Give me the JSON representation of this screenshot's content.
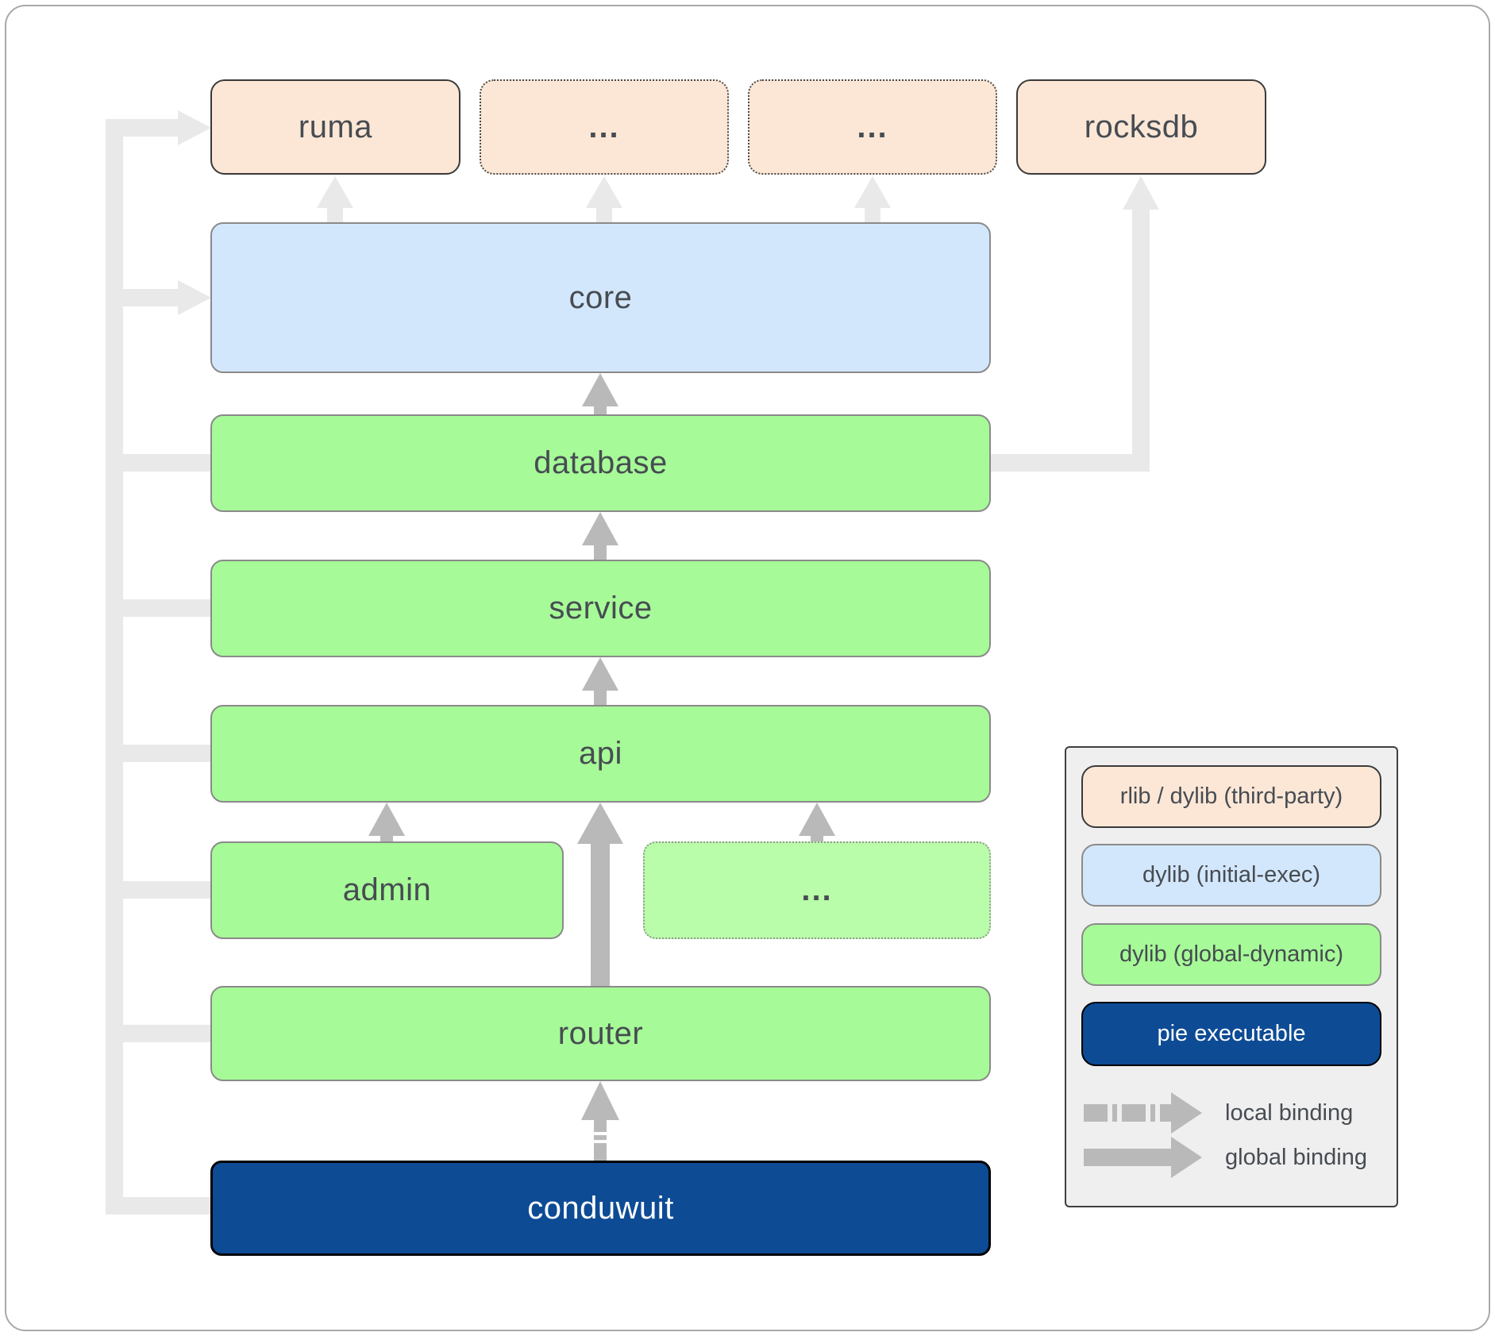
{
  "nodes": {
    "ruma": {
      "label": "ruma",
      "type": "third-party"
    },
    "thirdparty_more_1": {
      "label": "...",
      "type": "third-party"
    },
    "thirdparty_more_2": {
      "label": "...",
      "type": "third-party"
    },
    "rocksdb": {
      "label": "rocksdb",
      "type": "third-party"
    },
    "core": {
      "label": "core",
      "type": "dylib-initial-exec"
    },
    "database": {
      "label": "database",
      "type": "dylib-global-dynamic"
    },
    "service": {
      "label": "service",
      "type": "dylib-global-dynamic"
    },
    "api": {
      "label": "api",
      "type": "dylib-global-dynamic"
    },
    "admin": {
      "label": "admin",
      "type": "dylib-global-dynamic"
    },
    "modules_more": {
      "label": "...",
      "type": "dylib-global-dynamic"
    },
    "router": {
      "label": "router",
      "type": "dylib-global-dynamic"
    },
    "conduwuit": {
      "label": "conduwuit",
      "type": "pie-executable"
    }
  },
  "edges": [
    {
      "from": "conduwuit",
      "to": "ruma",
      "binding": "global"
    },
    {
      "from": "conduwuit",
      "to": "core",
      "binding": "global"
    },
    {
      "from": "conduwuit",
      "to": "database",
      "binding": "global"
    },
    {
      "from": "conduwuit",
      "to": "service",
      "binding": "global"
    },
    {
      "from": "conduwuit",
      "to": "api",
      "binding": "global"
    },
    {
      "from": "conduwuit",
      "to": "admin",
      "binding": "global"
    },
    {
      "from": "conduwuit",
      "to": "router",
      "binding": "global"
    },
    {
      "from": "conduwuit",
      "to": "router",
      "binding": "local"
    },
    {
      "from": "router",
      "to": "api",
      "binding": "global"
    },
    {
      "from": "admin",
      "to": "api",
      "binding": "global"
    },
    {
      "from": "modules_more",
      "to": "api",
      "binding": "global"
    },
    {
      "from": "api",
      "to": "service",
      "binding": "global"
    },
    {
      "from": "service",
      "to": "database",
      "binding": "global"
    },
    {
      "from": "database",
      "to": "core",
      "binding": "global"
    },
    {
      "from": "database",
      "to": "rocksdb",
      "binding": "global"
    },
    {
      "from": "core",
      "to": "ruma",
      "binding": "global"
    },
    {
      "from": "core",
      "to": "thirdparty_more_1",
      "binding": "global"
    },
    {
      "from": "core",
      "to": "thirdparty_more_2",
      "binding": "global"
    }
  ],
  "legend": {
    "items": [
      {
        "label": "rlib / dylib (third-party)",
        "swatch": "third-party"
      },
      {
        "label": "dylib (initial-exec)",
        "swatch": "initial-exec"
      },
      {
        "label": "dylib (global-dynamic)",
        "swatch": "global-dynamic"
      },
      {
        "label": "pie executable",
        "swatch": "pie-executable"
      }
    ],
    "bindings": [
      {
        "label": "local binding",
        "style": "dashed"
      },
      {
        "label": "global binding",
        "style": "solid"
      }
    ]
  },
  "colors": {
    "third_party_fill": "#fce7d6",
    "initial_exec_fill": "#d3e7fc",
    "global_dynamic_fill": "#a6fa97",
    "global_dynamic_light_fill": "#b9fca9",
    "pie_executable_fill": "#0d4b95",
    "binding_arrow": "#b9b9b9",
    "trunk_binding_light": "#e9e9e9",
    "text": "#474c52",
    "legend_background": "#efefef"
  }
}
